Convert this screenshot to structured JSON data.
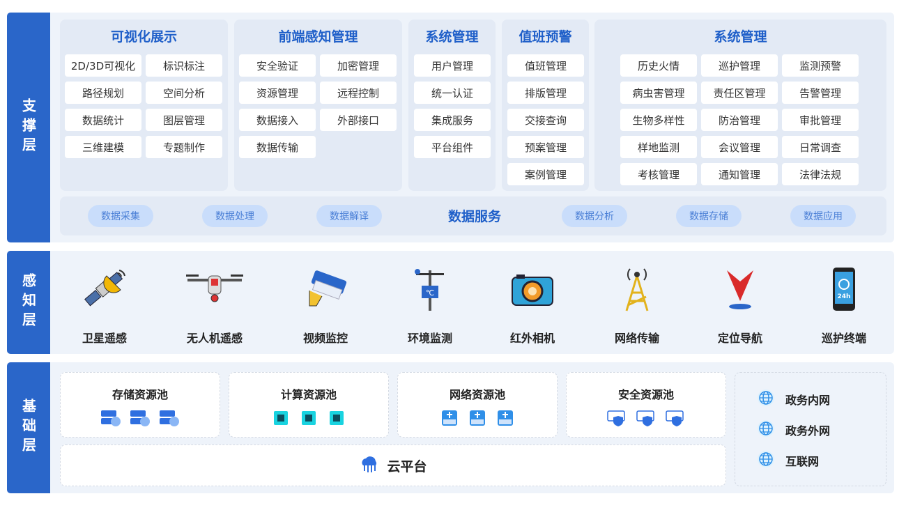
{
  "layers": {
    "support": "支撑层",
    "sensing": "感知层",
    "base": "基础层"
  },
  "support": {
    "groups": [
      {
        "title": "可视化展示",
        "items": [
          "2D/3D可视化",
          "标识标注",
          "路径规划",
          "空间分析",
          "数据统计",
          "图层管理",
          "三维建模",
          "专题制作"
        ]
      },
      {
        "title": "前端感知管理",
        "items": [
          "安全验证",
          "加密管理",
          "资源管理",
          "远程控制",
          "数据接入",
          "外部接口",
          "数据传输"
        ]
      },
      {
        "title": "系统管理",
        "items": [
          "用户管理",
          "统一认证",
          "集成服务",
          "平台组件"
        ]
      },
      {
        "title": "值班预警",
        "items": [
          "值班管理",
          "排版管理",
          "交接查询",
          "预案管理",
          "案例管理"
        ]
      },
      {
        "title": "系统管理",
        "items": [
          "历史火情",
          "巡护管理",
          "监测预警",
          "病虫害管理",
          "责任区管理",
          "告警管理",
          "生物多样性",
          "防治管理",
          "审批管理",
          "样地监测",
          "会议管理",
          "日常调查",
          "考核管理",
          "通知管理",
          "法律法规"
        ]
      }
    ],
    "data_service": {
      "title": "数据服务",
      "pills": [
        "数据采集",
        "数据处理",
        "数据解译",
        "数据分析",
        "数据存储",
        "数据应用"
      ]
    }
  },
  "sensing": {
    "items": [
      {
        "label": "卫星遥感",
        "icon": "satellite-icon"
      },
      {
        "label": "无人机遥感",
        "icon": "drone-icon"
      },
      {
        "label": "视频监控",
        "icon": "cctv-camera-icon"
      },
      {
        "label": "环境监测",
        "icon": "weather-station-icon"
      },
      {
        "label": "红外相机",
        "icon": "camera-icon"
      },
      {
        "label": "网络传输",
        "icon": "signal-tower-icon"
      },
      {
        "label": "定位导航",
        "icon": "location-pin-icon"
      },
      {
        "label": "巡护终端",
        "icon": "mobile-terminal-icon"
      }
    ]
  },
  "base": {
    "pools": [
      {
        "title": "存储资源池",
        "icon": "storage-server-icon"
      },
      {
        "title": "计算资源池",
        "icon": "chip-icon"
      },
      {
        "title": "网络资源池",
        "icon": "network-switch-icon"
      },
      {
        "title": "安全资源池",
        "icon": "security-shield-icon"
      }
    ],
    "cloud": "云平台",
    "networks": [
      "政务内网",
      "政务外网",
      "互联网"
    ]
  },
  "colors": {
    "accent": "#2a66c9",
    "title": "#1f5fc9",
    "panel": "#eef3fa"
  }
}
